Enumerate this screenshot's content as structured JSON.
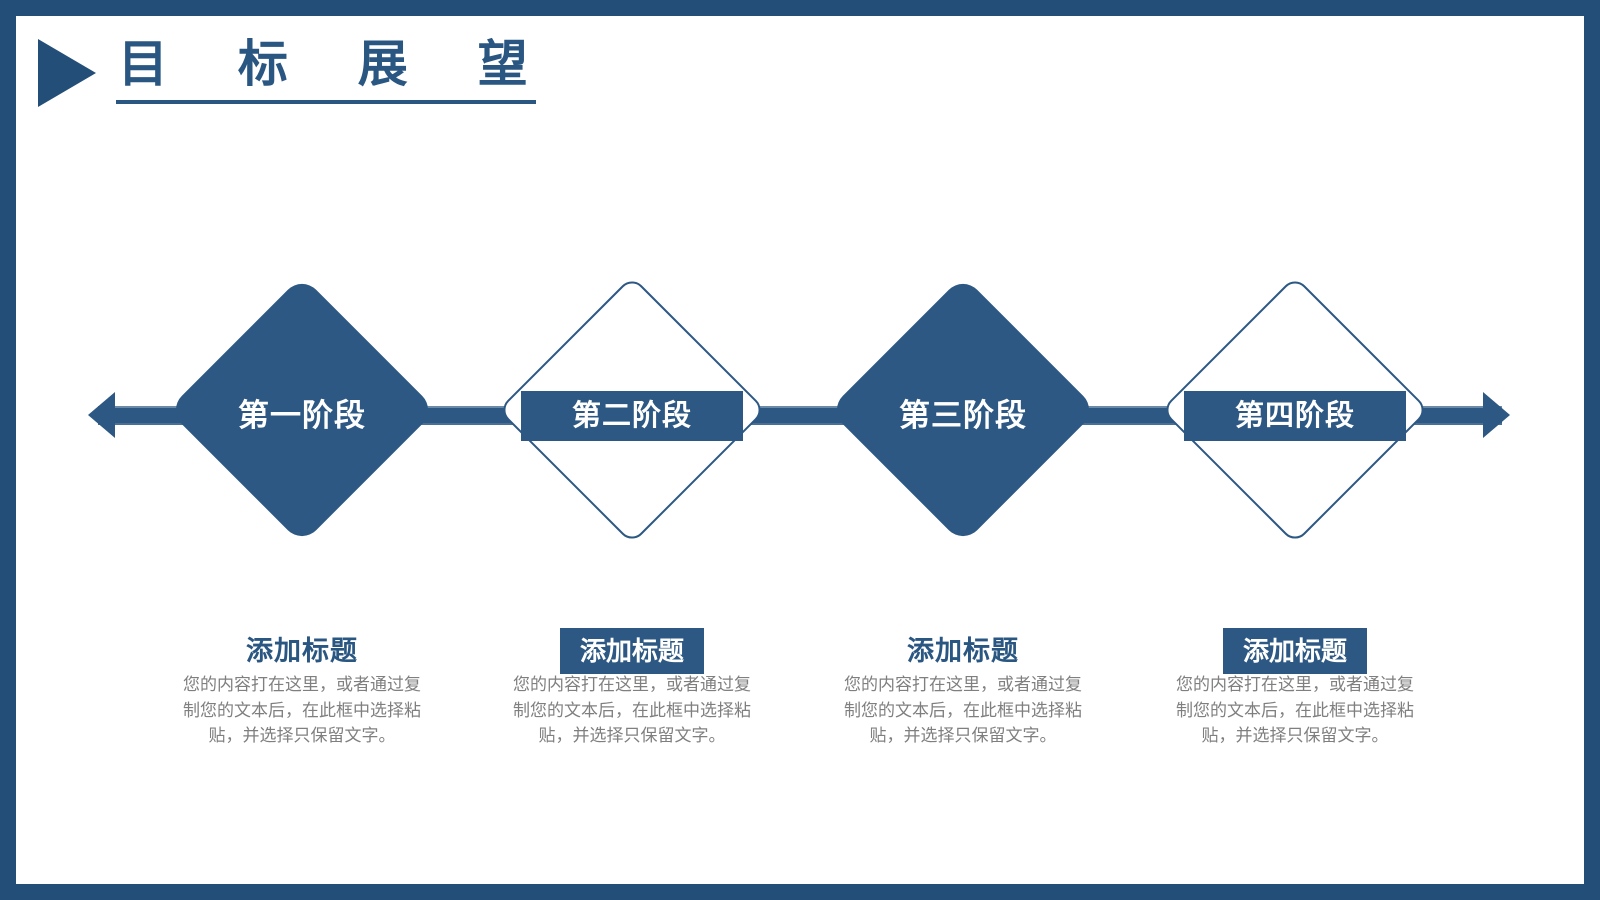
{
  "colors": {
    "frame": "#224E78",
    "accent": "#2C5883",
    "title_text": "#2A5682",
    "body_text": "#7F7F7F",
    "diamond_text": "#FFFFFF"
  },
  "header": {
    "title": "目 标 展 望",
    "icon": "right-pointing-triangle"
  },
  "timeline": {
    "left_end_icon": "arrow-left",
    "right_end_icon": "arrow-right"
  },
  "stages": [
    {
      "label": "第一阶段",
      "diamond_style": "filled",
      "heading": "添加标题",
      "heading_style": "plain",
      "body": "您的内容打在这里，或者通过复制您的文本后，在此框中选择粘贴，并选择只保留文字。"
    },
    {
      "label": "第二阶段",
      "diamond_style": "outline",
      "heading": "添加标题",
      "heading_style": "pill",
      "body": "您的内容打在这里，或者通过复制您的文本后，在此框中选择粘贴，并选择只保留文字。"
    },
    {
      "label": "第三阶段",
      "diamond_style": "filled",
      "heading": "添加标题",
      "heading_style": "plain",
      "body": "您的内容打在这里，或者通过复制您的文本后，在此框中选择粘贴，并选择只保留文字。"
    },
    {
      "label": "第四阶段",
      "diamond_style": "outline",
      "heading": "添加标题",
      "heading_style": "pill",
      "body": "您的内容打在这里，或者通过复制您的文本后，在此框中选择粘贴，并选择只保留文字。"
    }
  ]
}
